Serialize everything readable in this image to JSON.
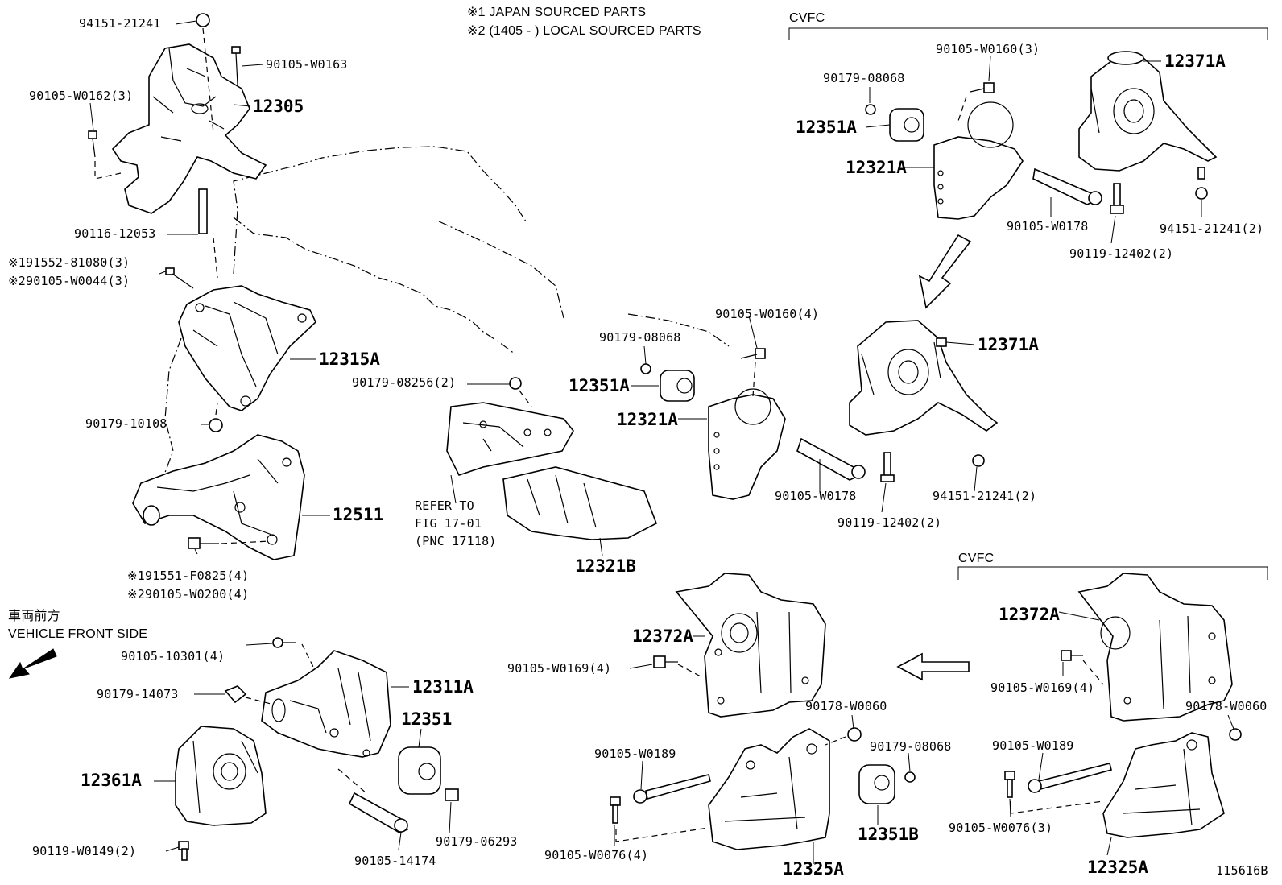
{
  "notes": {
    "line1": "※1 JAPAN SOURCED PARTS",
    "line2": "※2 (1405 -         ) LOCAL SOURCED PARTS"
  },
  "groups": {
    "cvfc_top": "CVFC",
    "cvfc_bottom": "CVFC"
  },
  "direction": {
    "jp": "車両前方",
    "en": "VEHICLE FRONT SIDE"
  },
  "refer": {
    "line1": "REFER TO",
    "line2": "FIG 17-01",
    "line3": "(PNC 17118)"
  },
  "figure_id": "115616B",
  "labels": {
    "p94151_21241_top": "94151-21241",
    "p90105_W0163": "90105-W0163",
    "p90105_W0162": "90105-W0162(3)",
    "p12305": "12305",
    "p90116_12053": "90116-12053",
    "p191552_81080": "※191552-81080(3)",
    "p290105_W0044": "※290105-W0044(3)",
    "p12315A": "12315A",
    "p90179_10108": "90179-10108",
    "p12511": "12511",
    "p191551_F0825": "※191551-F0825(4)",
    "p290105_W0200": "※290105-W0200(4)",
    "p90179_08256": "90179-08256(2)",
    "p12321B": "12321B",
    "p90179_08068_mid": "90179-08068",
    "p12351A_mid": "12351A",
    "p90105_W0160_mid": "90105-W0160(4)",
    "p12321A_mid": "12321A",
    "p12371A_mid": "12371A",
    "p90105_W0178_mid": "90105-W0178",
    "p94151_21241_mid": "94151-21241(2)",
    "p90119_12402_mid": "90119-12402(2)",
    "p90105_W0160_top": "90105-W0160(3)",
    "p90179_08068_top": "90179-08068",
    "p12351A_top": "12351A",
    "p12321A_top": "12321A",
    "p12371A_top": "12371A",
    "p90105_W0178_top": "90105-W0178",
    "p90119_12402_top": "90119-12402(2)",
    "p94151_21241_right": "94151-21241(2)",
    "p90105_10301": "90105-10301(4)",
    "p90179_14073": "90179-14073",
    "p12311A": "12311A",
    "p12351": "12351",
    "p12361A": "12361A",
    "p90119_W0149": "90119-W0149(2)",
    "p90105_14174": "90105-14174",
    "p90179_06293": "90179-06293",
    "p12372A_mid": "12372A",
    "p90105_W0169_mid": "90105-W0169(4)",
    "p90178_W0060_mid": "90178-W0060",
    "p90179_08068_low": "90179-08068",
    "p90105_W0189_mid": "90105-W0189",
    "p90105_W0076_mid": "90105-W0076(4)",
    "p12351B": "12351B",
    "p12325A_mid": "12325A",
    "p12372A_right": "12372A",
    "p90105_W0169_right": "90105-W0169(4)",
    "p90178_W0060_right": "90178-W0060",
    "p90105_W0189_right": "90105-W0189",
    "p90105_W0076_right": "90105-W0076(3)",
    "p12325A_right": "12325A"
  }
}
